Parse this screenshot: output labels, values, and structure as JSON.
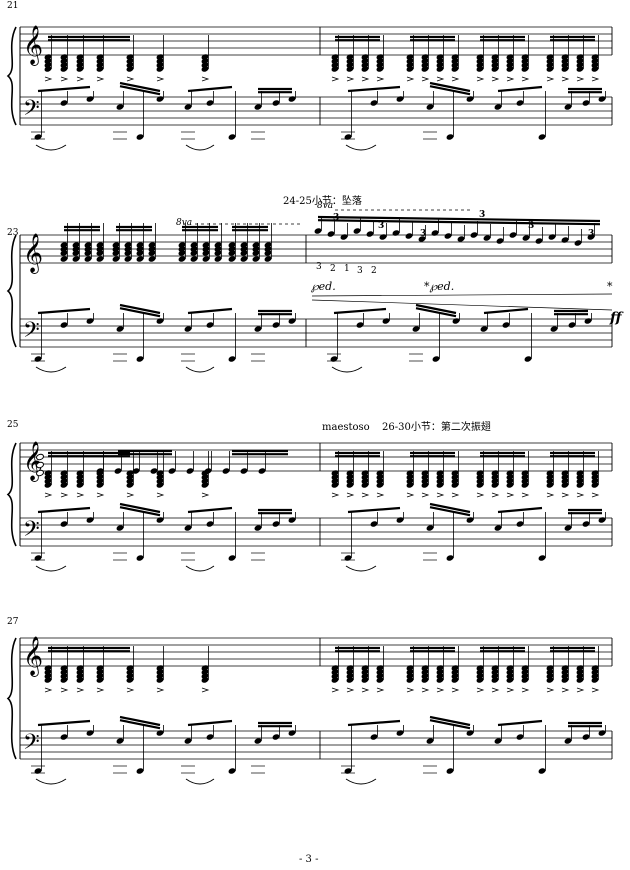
{
  "page": {
    "number_label": "- 3 -"
  },
  "systems": [
    {
      "measure_numbers": [
        "21"
      ]
    },
    {
      "measure_numbers": [
        "23"
      ],
      "section_label": "24-25小节：坠落",
      "octave_marks": [
        "8va",
        "8va"
      ],
      "pedal_marks": [
        "℘ed.",
        "*℘ed.",
        "*"
      ],
      "dynamic": "ff",
      "fingering": [
        "3",
        "2",
        "1",
        "3",
        "2"
      ],
      "tuplet_marks": [
        "3",
        "3",
        "3",
        "3",
        "3",
        "3"
      ]
    },
    {
      "measure_numbers": [
        "25"
      ],
      "tempo_text": "maestoso",
      "section_label": "26-30小节：第二次振翅"
    },
    {
      "measure_numbers": [
        "27"
      ]
    }
  ],
  "clefs": {
    "treble": "𝄞",
    "bass": "𝄢"
  }
}
